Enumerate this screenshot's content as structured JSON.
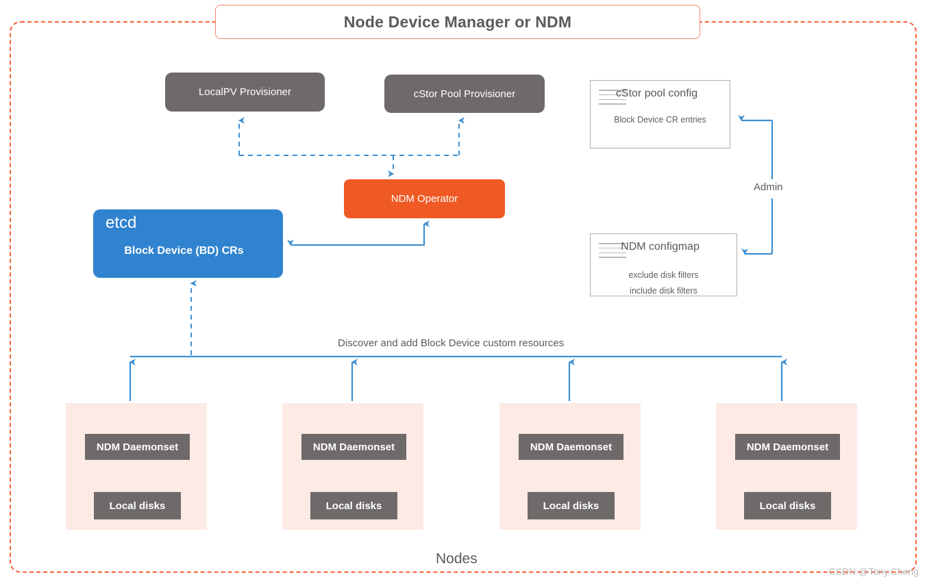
{
  "diagram": {
    "title": "Node Device Manager or NDM",
    "bottom_label": "Nodes",
    "watermark": "CSDN @Tony.Cheng",
    "colors": {
      "frame_border": "#f4603a",
      "title_border": "#f4846a",
      "gray_box": "#6e6a69",
      "orange_box": "#ef5a24",
      "blue_box": "#3083ce",
      "node_box": "#fdeae5",
      "connector_blue": "#3d8fd1",
      "text_gray": "#5a5a5a"
    }
  },
  "provisioners": [
    {
      "label": "LocalPV Provisioner",
      "name": "localpv-provisioner"
    },
    {
      "label": "cStor Pool Provisioner",
      "name": "cstor-pool-provisioner"
    }
  ],
  "operator": {
    "label": "NDM Operator"
  },
  "etcd": {
    "title": "etcd",
    "subtitle": "Block Device (BD) CRs"
  },
  "config_cards": [
    {
      "name": "cstor-pool-config",
      "icon": "hamburger-icon",
      "title": "cStor pool config",
      "lines": [
        "Block Device CR entries"
      ]
    },
    {
      "name": "ndm-configmap",
      "icon": "hamburger-icon",
      "title": "NDM configmap",
      "lines": [
        "exclude disk filters",
        "include disk filters"
      ]
    }
  ],
  "admin": {
    "label": "Admin"
  },
  "bus": {
    "label": "Discover and add Block Device custom resources"
  },
  "nodes": [
    {
      "daemonset": "NDM Daemonset",
      "disks": "Local disks"
    },
    {
      "daemonset": "NDM Daemonset",
      "disks": "Local disks"
    },
    {
      "daemonset": "NDM Daemonset",
      "disks": "Local disks"
    },
    {
      "daemonset": "NDM Daemonset",
      "disks": "Local disks"
    }
  ]
}
